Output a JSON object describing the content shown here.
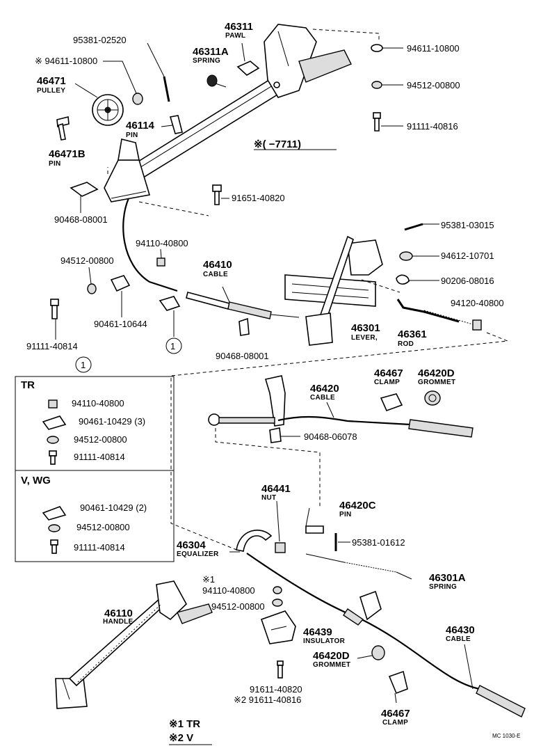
{
  "labels": {
    "p46311": {
      "num": "46311",
      "name": "PAWL"
    },
    "p95381_02520": {
      "num": "95381-02520"
    },
    "p94611_10800_star": {
      "num": "※ 94611-10800"
    },
    "p46311A": {
      "num": "46311A",
      "name": "SPRING"
    },
    "p94611_10800": {
      "num": "94611-10800"
    },
    "p46471": {
      "num": "46471",
      "name": "PULLEY"
    },
    "p94512_00800_top": {
      "num": "94512-00800"
    },
    "p46114": {
      "num": "46114",
      "name": "PIN"
    },
    "p91111_40816": {
      "num": "91111-40816"
    },
    "p46471B": {
      "num": "46471B",
      "name": "PIN"
    },
    "serial_note": {
      "num": "※(      −7711)"
    },
    "p91651_40820": {
      "num": "91651-40820"
    },
    "p90468_08001_a": {
      "num": "90468-08001"
    },
    "p95381_03015": {
      "num": "95381-03015"
    },
    "p94110_40800": {
      "num": "94110-40800"
    },
    "p94612_10701": {
      "num": "94612-10701"
    },
    "p94512_00800_mid": {
      "num": "94512-00800"
    },
    "p46410": {
      "num": "46410",
      "name": "CABLE"
    },
    "p90206_08016": {
      "num": "90206-08016"
    },
    "p94120_40800": {
      "num": "94120-40800"
    },
    "p90461_10644": {
      "num": "90461-10644"
    },
    "p46301": {
      "num": "46301",
      "name": "LEVER,"
    },
    "p46361": {
      "num": "46361",
      "name": "ROD"
    },
    "p91111_40814": {
      "num": "91111-40814"
    },
    "p90468_08001_b": {
      "num": "90468-08001"
    },
    "circle_ref": {
      "num": "1"
    },
    "p46467_top": {
      "num": "46467",
      "name": "CLAMP"
    },
    "p46420D_top": {
      "num": "46420D",
      "name": "GROMMET"
    },
    "p46420": {
      "num": "46420",
      "name": "CABLE"
    },
    "p90468_06078": {
      "num": "90468-06078"
    },
    "p46441": {
      "num": "46441",
      "name": "NUT"
    },
    "p46420C": {
      "num": "46420C",
      "name": "PIN"
    },
    "p95381_01612": {
      "num": "95381-01612"
    },
    "p46304": {
      "num": "46304",
      "name": "EQUALIZER"
    },
    "p46301A": {
      "num": "46301A",
      "name": "SPRING"
    },
    "p46110": {
      "num": "46110",
      "name": "HANDLE"
    },
    "note1_parts": {
      "num": "※1",
      "name": "94110-40800"
    },
    "p94512_00800_low": {
      "num": "94512-00800"
    },
    "p46439": {
      "num": "46439",
      "name": "INSULATOR"
    },
    "p46430": {
      "num": "46430",
      "name": "CABLE"
    },
    "p46420D_low": {
      "num": "46420D",
      "name": "GROMMET"
    },
    "p91611_40820": {
      "num": "91611-40820"
    },
    "p91611_40816": {
      "num": "※2 91611-40816"
    },
    "p46467_low": {
      "num": "46467",
      "name": "CLAMP"
    }
  },
  "inset": {
    "circle_ref": "1",
    "groups": [
      {
        "title": "TR",
        "items": [
          "94110-40800",
          "90461-10429 (3)",
          "94512-00800",
          "91111-40814"
        ]
      },
      {
        "title": "V, WG",
        "items": [
          "90461-10429 (2)",
          "94512-00800",
          "91111-40814"
        ]
      }
    ]
  },
  "legend": {
    "note1": "※1 TR",
    "note2": "※2 V"
  },
  "code": "MC 1030-E"
}
